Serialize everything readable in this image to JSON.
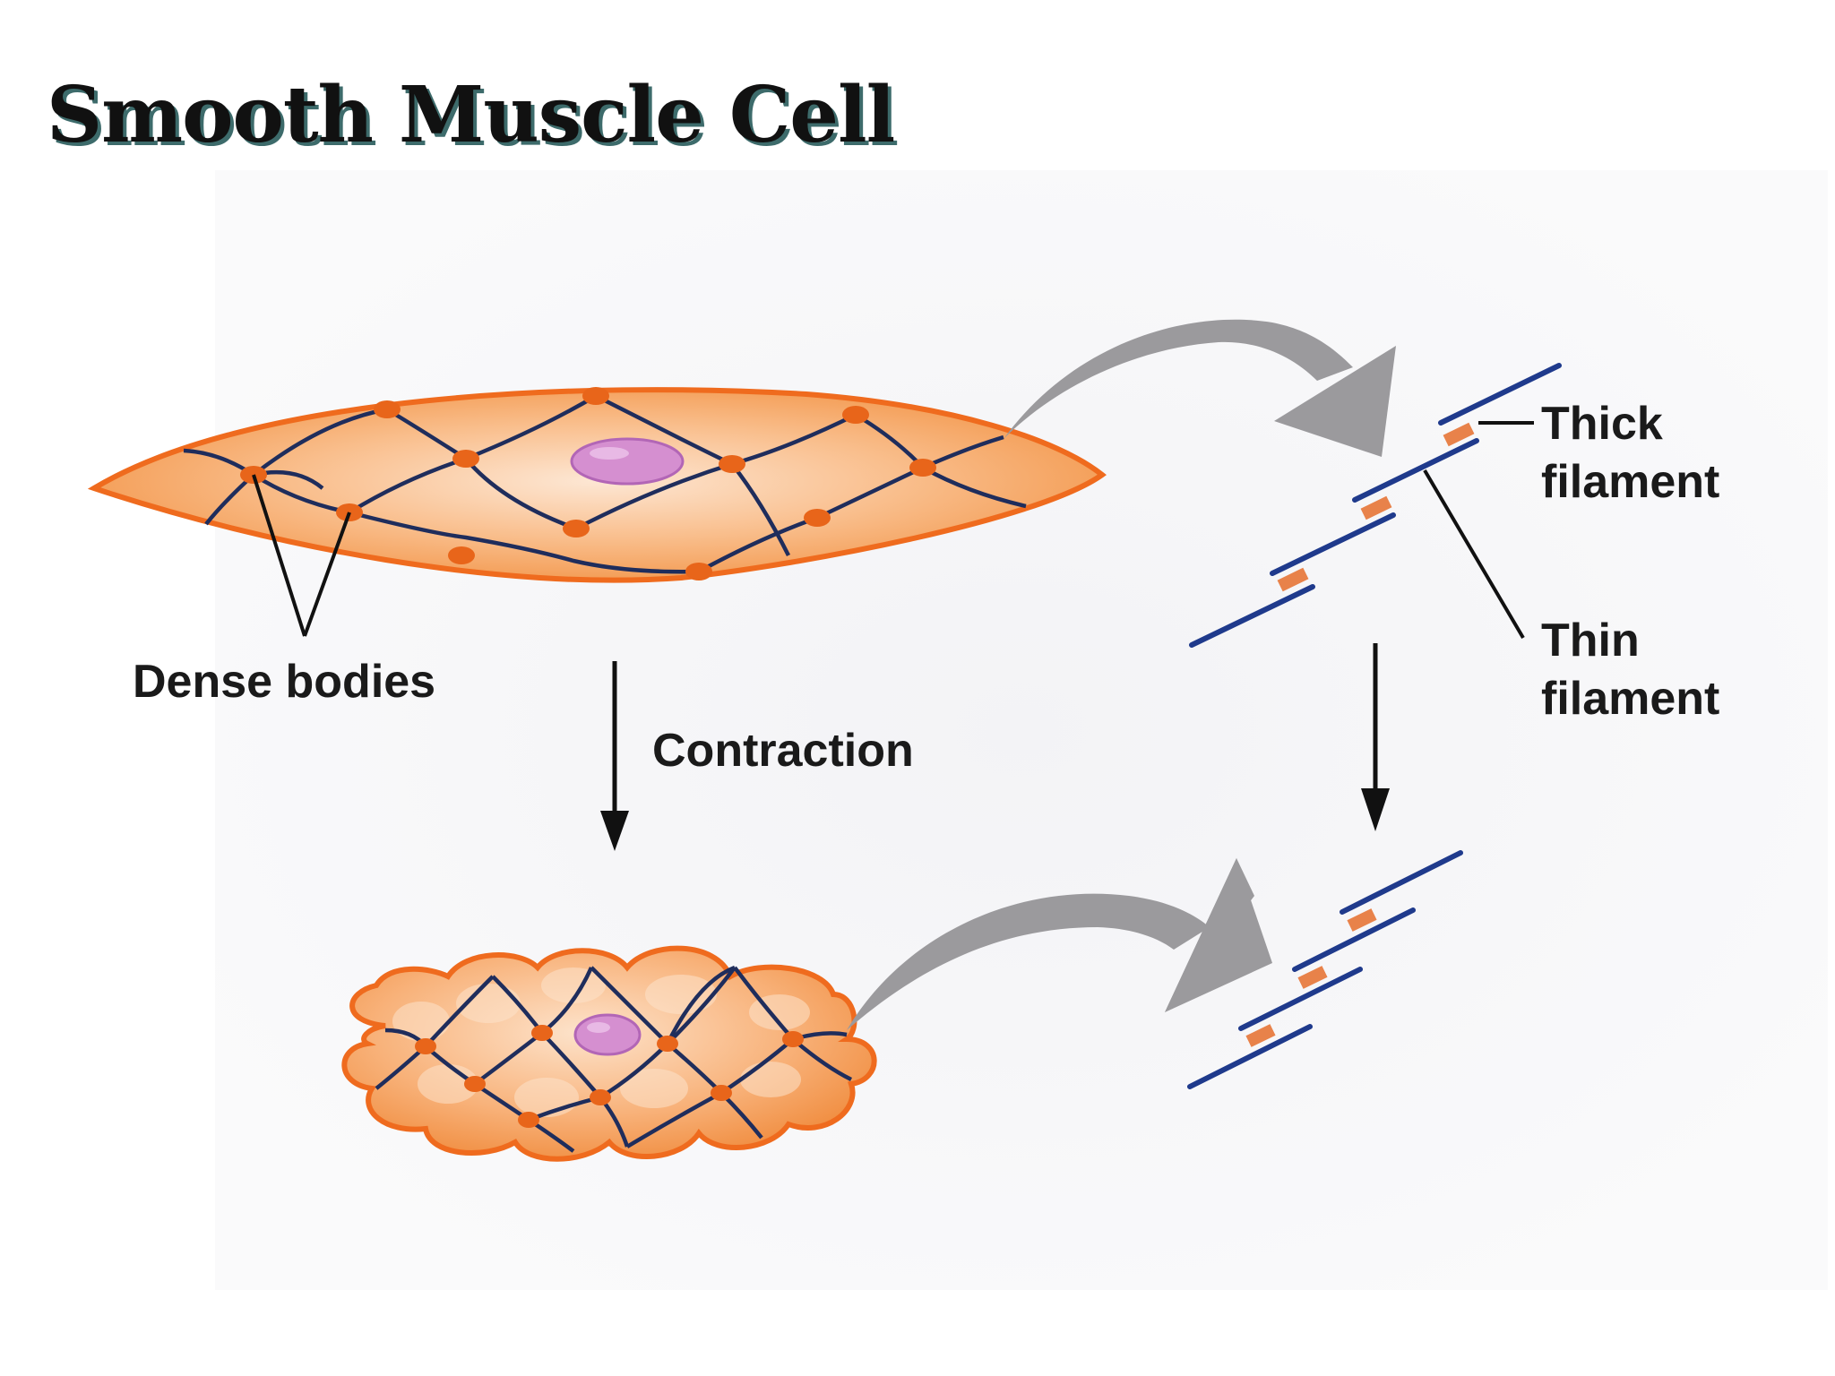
{
  "title": "Smooth Muscle Cell",
  "labels": {
    "dense_bodies": "Dense bodies",
    "contraction": "Contraction",
    "thick_line1": "Thick",
    "thick_line2": "filament",
    "thin_line1": "Thin",
    "thin_line2": "filament"
  },
  "colors": {
    "cell_fill": "#f5a96a",
    "cell_outline": "#ef6b1e",
    "dense_body": "#e8651a",
    "filament": "#1f3a8c",
    "nucleus": "#d58fd0",
    "arrow_gray": "#9b9a9d"
  }
}
